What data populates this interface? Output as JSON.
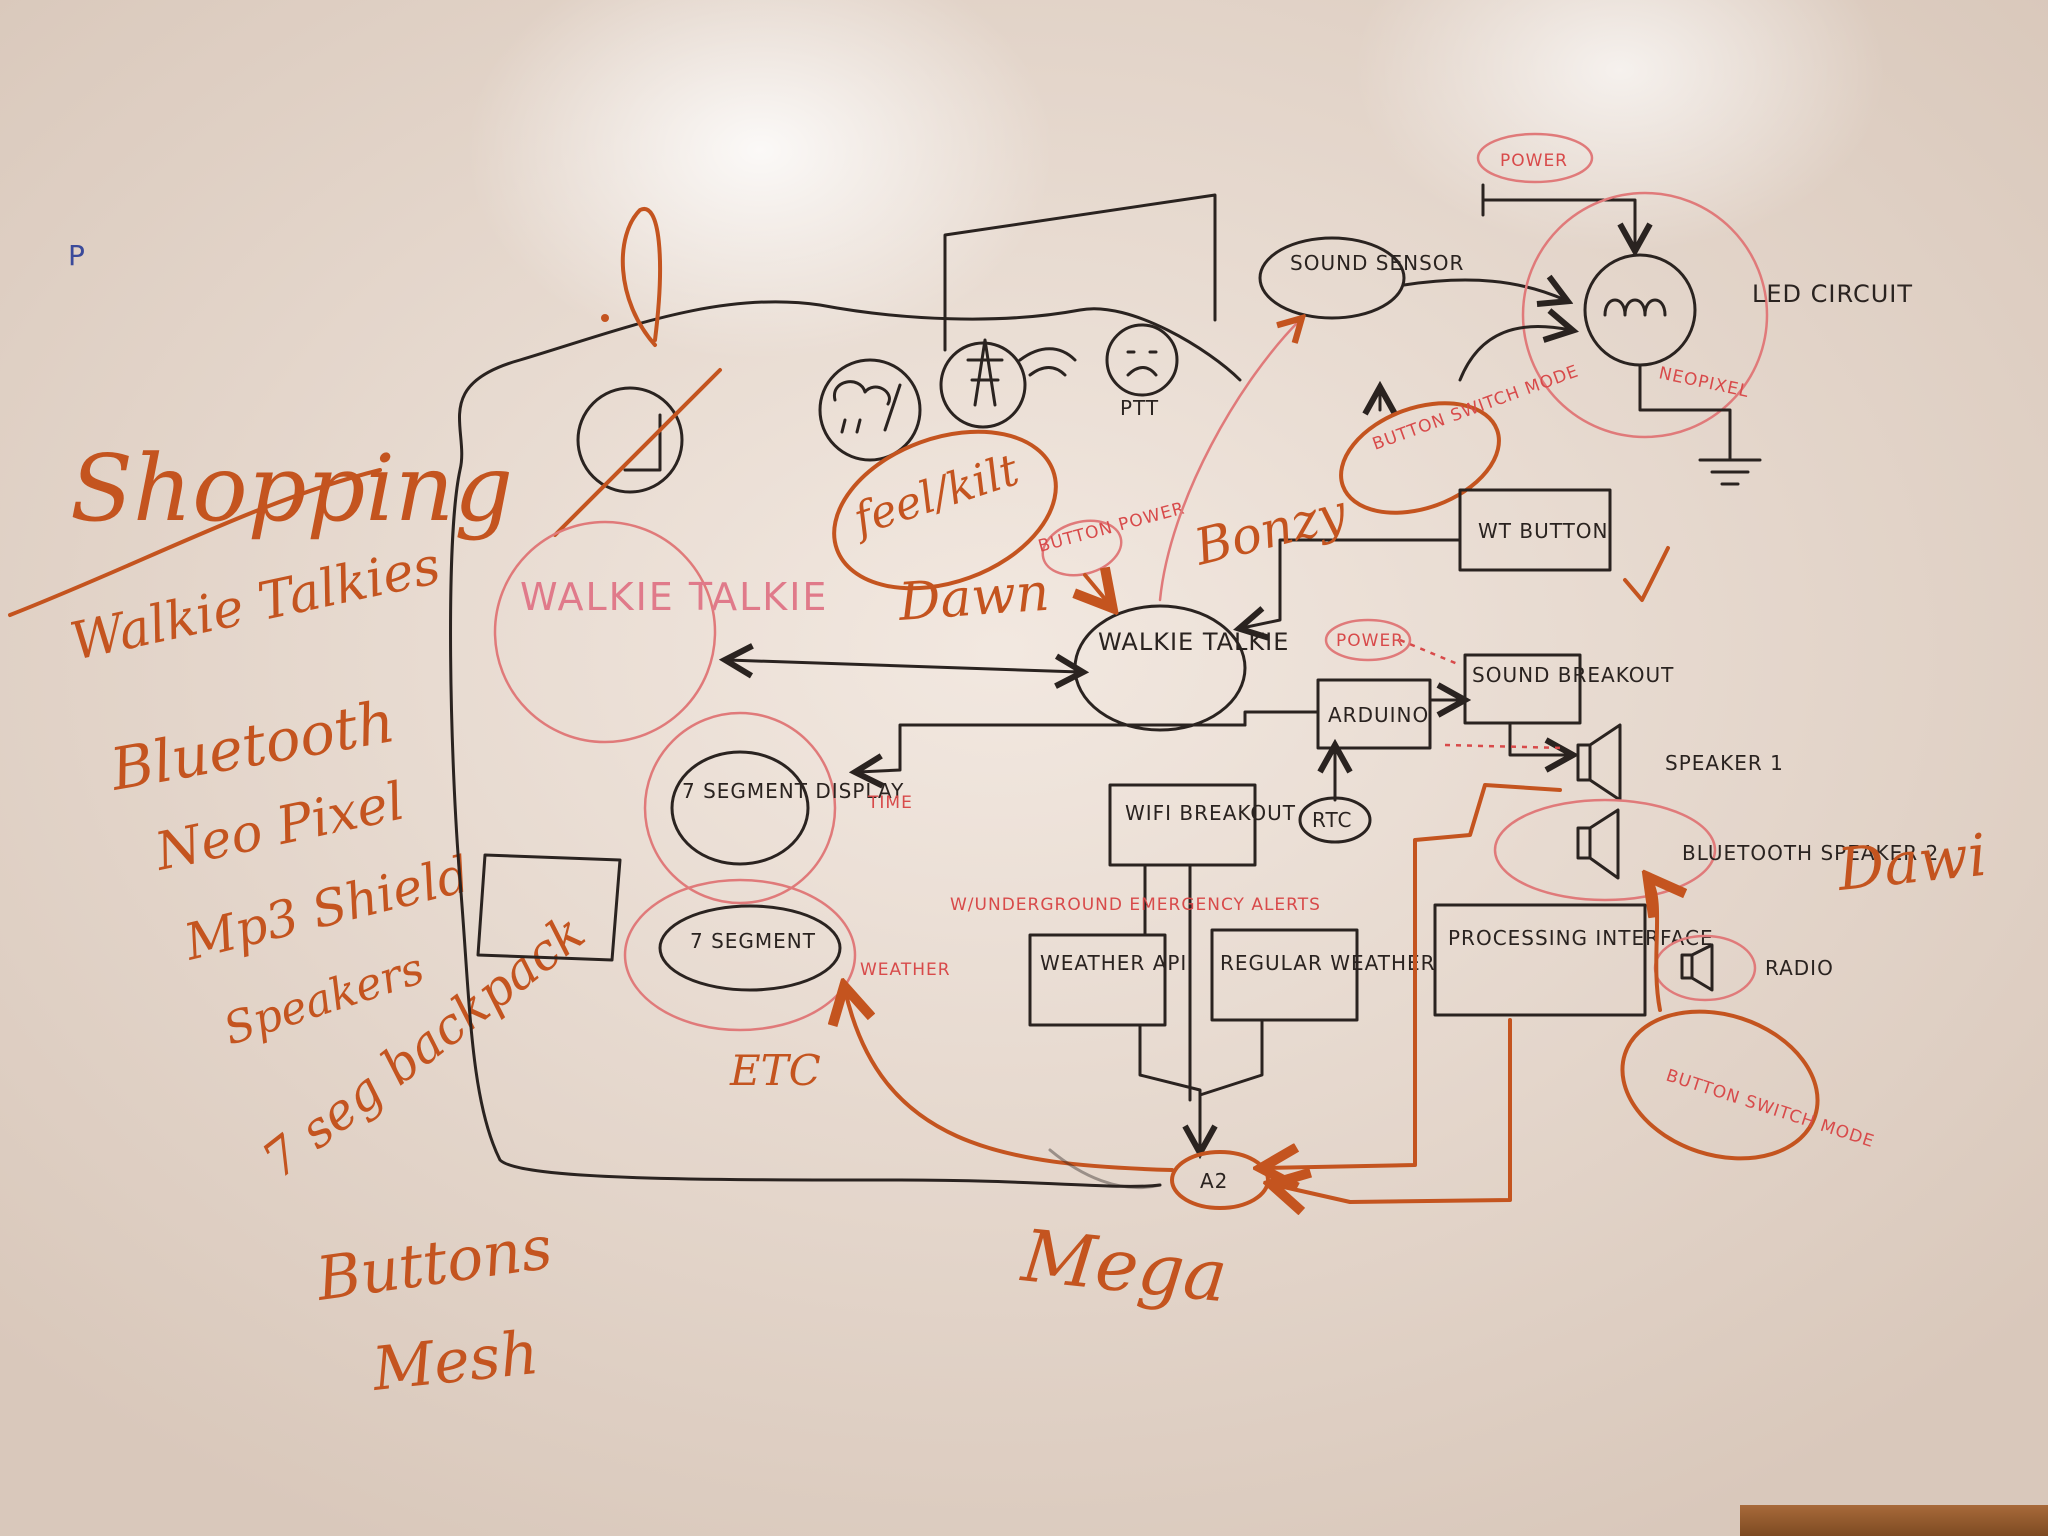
{
  "shopping": {
    "title": "Shopping",
    "items": [
      "Walkie Talkies",
      "Bluetooth",
      "Neo Pixel",
      "Mp3 Shield",
      "Speakers",
      "7 seg backpack",
      "Buttons",
      "Mesh"
    ]
  },
  "nodes": {
    "sound_sensor": "SOUND SENSOR",
    "led_circuit": "LED CIRCUIT",
    "neopixel": "NEOPIXEL",
    "power_top": "POWER",
    "button_switch_mode_top": "BUTTON SWITCH MODE",
    "wt_button": "WT BUTTON",
    "walkie_talkie": "WALKIE TALKIE",
    "walkie_talkie_ghost": "WALKIE TALKIE",
    "button_power": "BUTTON POWER",
    "arduino": "ARDUINO",
    "power_arduino": "POWER",
    "sound_breakout": "SOUND BREAKOUT",
    "speaker_1": "SPEAKER 1",
    "rtc": "RTC",
    "seven_segment_display": "7 SEGMENT DISPLAY",
    "time": "TIME",
    "seven_segment": "7 SEGMENT",
    "weather": "WEATHER",
    "wifi_breakout": "WIFI BREAKOUT",
    "underground_alerts": "W/UNDERGROUND EMERGENCY ALERTS",
    "weather_api": "WEATHER API",
    "regular_weather": "REGULAR WEATHER",
    "processing_interface": "PROCESSING INTERFACE",
    "bluetooth_speaker_2": "BLUETOOTH SPEAKER 2",
    "radio": "RADIO",
    "button_switch_mode_bottom": "BUTTON SWITCH MODE",
    "a2": "A2",
    "mega": "Mega",
    "ptt": "PTT",
    "feel_kilt": "feel/kilt",
    "etc": "ETC"
  },
  "names": {
    "dawn": "Dawn",
    "bonzy": "Bonzy",
    "dawi": "Dawi"
  },
  "colors": {
    "red_marker": "#c4541f",
    "black_marker": "#2a2320",
    "pink_marker": "#e07a7a",
    "board": "#f2e8e0"
  },
  "icons": [
    "cloud-rain-icon",
    "tower-signal-icon",
    "wifi-icon",
    "sad-face-icon",
    "power-icon",
    "lightbulb-icon",
    "ground-icon",
    "speaker-icon"
  ]
}
